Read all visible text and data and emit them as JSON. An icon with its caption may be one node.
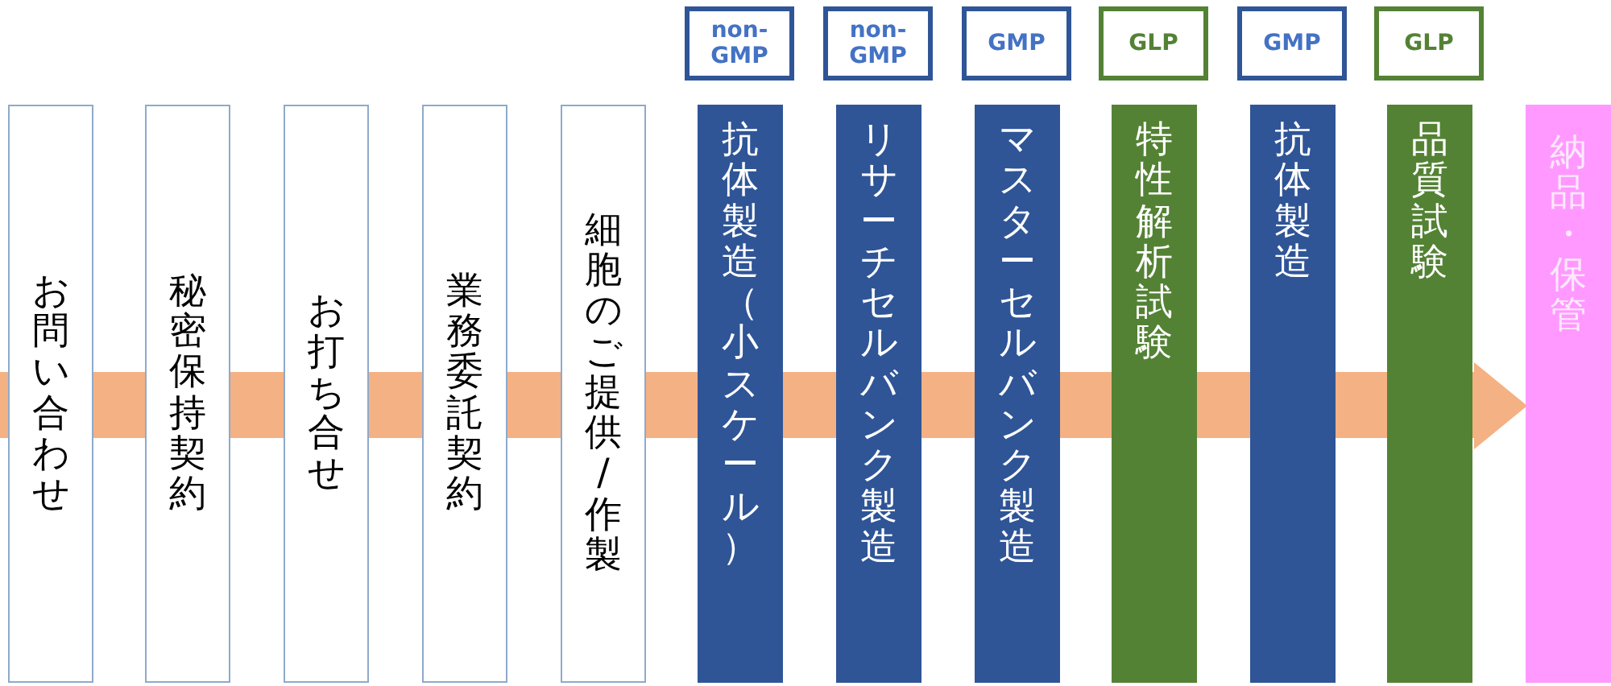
{
  "diagram": {
    "nodes": [
      {
        "text": [
          "non-GMP"
        ]
      },
      {
        "text": [
          "non-GMP"
        ]
      },
      {
        "text": [
          "GMP"
        ]
      },
      {
        "text": [
          "GLP"
        ]
      },
      {
        "text": [
          "GMP"
        ]
      },
      {
        "text": [
          "GLP"
        ]
      },
      {
        "text": [
          "お問い合わせ"
        ]
      },
      {
        "text": [
          "秘密保持契約"
        ]
      },
      {
        "text": [
          "お打ち合せ"
        ]
      },
      {
        "text": [
          "業務委託契約"
        ]
      },
      {
        "text": [
          "細胞のご提供/作製"
        ]
      },
      {
        "text": [
          "抗体製造（小スケール）"
        ]
      },
      {
        "text": [
          "リサーチセルバンク製造"
        ]
      },
      {
        "text": [
          "マスターセルバンク製造"
        ]
      },
      {
        "text": [
          "特性解析試験"
        ]
      },
      {
        "text": [
          "抗体製造"
        ]
      },
      {
        "text": [
          "品質試験"
        ]
      },
      {
        "text": [
          "納品・保管"
        ]
      }
    ]
  }
}
